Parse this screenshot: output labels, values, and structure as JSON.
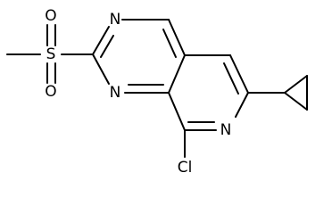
{
  "molecule": {
    "atoms": {
      "s": "S",
      "o_top": "O",
      "o_bottom": "O",
      "n_pyrimidine_top": "N",
      "n_pyrimidine_bottom": "N",
      "n_pyridine": "N",
      "cl": "Cl"
    }
  }
}
